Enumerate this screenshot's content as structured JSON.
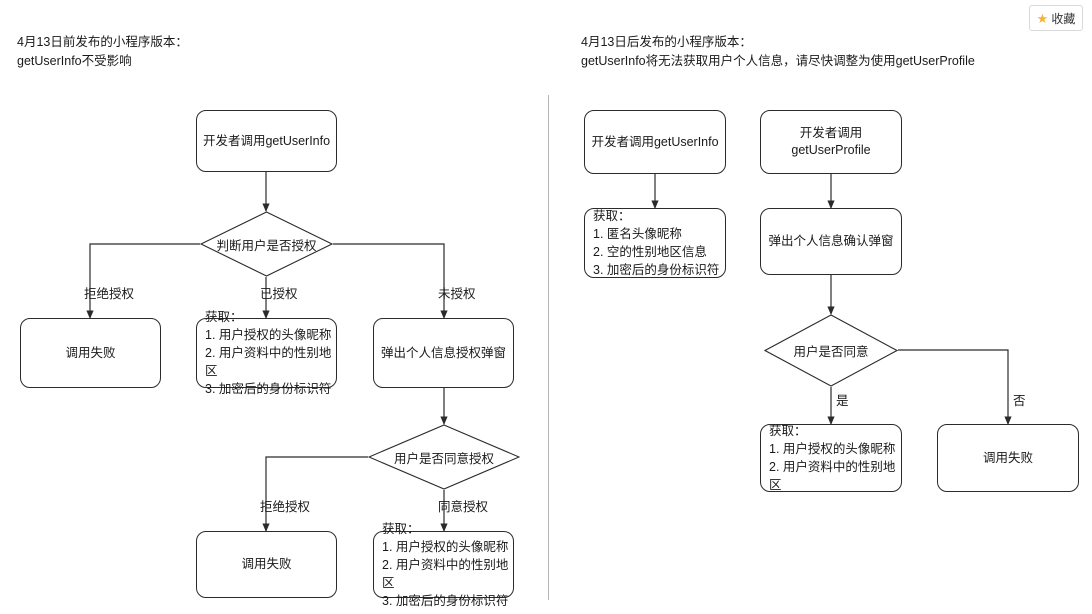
{
  "toolbar": {
    "favorite_label": "收藏",
    "favorite_icon": "star-icon",
    "star_color": "#f5b33c"
  },
  "headers": {
    "left": "4月13日前发布的小程序版本：\ngetUserInfo不受影响",
    "right": "4月13日后发布的小程序版本：\ngetUserInfo将无法获取用户个人信息，请尽快调整为使用getUserProfile"
  },
  "left_flow": {
    "nodes": {
      "start": "开发者调用getUserInfo",
      "decision_auth": "判断用户是否授权",
      "fail_refuse": "调用失败",
      "granted_list": "获取：\n1. 用户授权的头像昵称\n2. 用户资料中的性别地区\n3. 加密后的身份标识符",
      "popup": "弹出个人信息授权弹窗",
      "decision_agree": "用户是否同意授权",
      "fail_refuse2": "调用失败",
      "agree_list": "获取：\n1. 用户授权的头像昵称\n2. 用户资料中的性别地区\n3. 加密后的身份标识符"
    },
    "edges": {
      "refuse": "拒绝授权",
      "granted": "已授权",
      "not_granted": "未授权",
      "refuse2": "拒绝授权",
      "agree": "同意授权"
    }
  },
  "right_flow": {
    "nodes": {
      "start_getuserinfo": "开发者调用getUserInfo",
      "anon_list": "获取：\n1. 匿名头像昵称\n2. 空的性别地区信息\n3. 加密后的身份标识符",
      "start_getuserprofile": "开发者调用\ngetUserProfile",
      "confirm_popup": "弹出个人信息确认弹窗",
      "decision_agree": "用户是否同意",
      "yes_list": "获取：\n1. 用户授权的头像昵称\n2. 用户资料中的性别地区",
      "fail": "调用失败"
    },
    "edges": {
      "yes": "是",
      "no": "否"
    }
  },
  "style": {
    "node_border": "#2b2b2b",
    "edge_color": "#2b2b2b",
    "divider_color": "#b5b5b5",
    "background": "#ffffff"
  }
}
